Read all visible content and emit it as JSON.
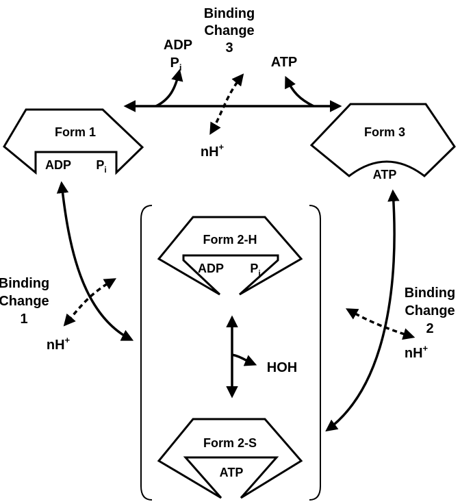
{
  "binding_change_top": {
    "line1": "Binding",
    "line2": "Change",
    "line3": "3"
  },
  "binding_change_left": {
    "line1": "Binding",
    "line2": "Change",
    "line3": "1"
  },
  "binding_change_right": {
    "line1": "Binding",
    "line2": "Change",
    "line3": "2"
  },
  "top_left_release": {
    "adp": "ADP",
    "pi": "P",
    "pi_sub": "i"
  },
  "top_right_release": {
    "atp": "ATP"
  },
  "proton_label": {
    "base": "nH",
    "sup": "+"
  },
  "form1": {
    "title": "Form 1",
    "slot_left": "ADP",
    "slot_right": "P",
    "slot_right_sub": "i"
  },
  "form3": {
    "title": "Form 3",
    "bound": "ATP"
  },
  "form2h": {
    "title": "Form 2-H",
    "slot_left": "ADP",
    "slot_right": "P",
    "slot_right_sub": "i"
  },
  "form2s": {
    "title": "Form 2-S",
    "bound": "ATP"
  },
  "water": "HOH"
}
